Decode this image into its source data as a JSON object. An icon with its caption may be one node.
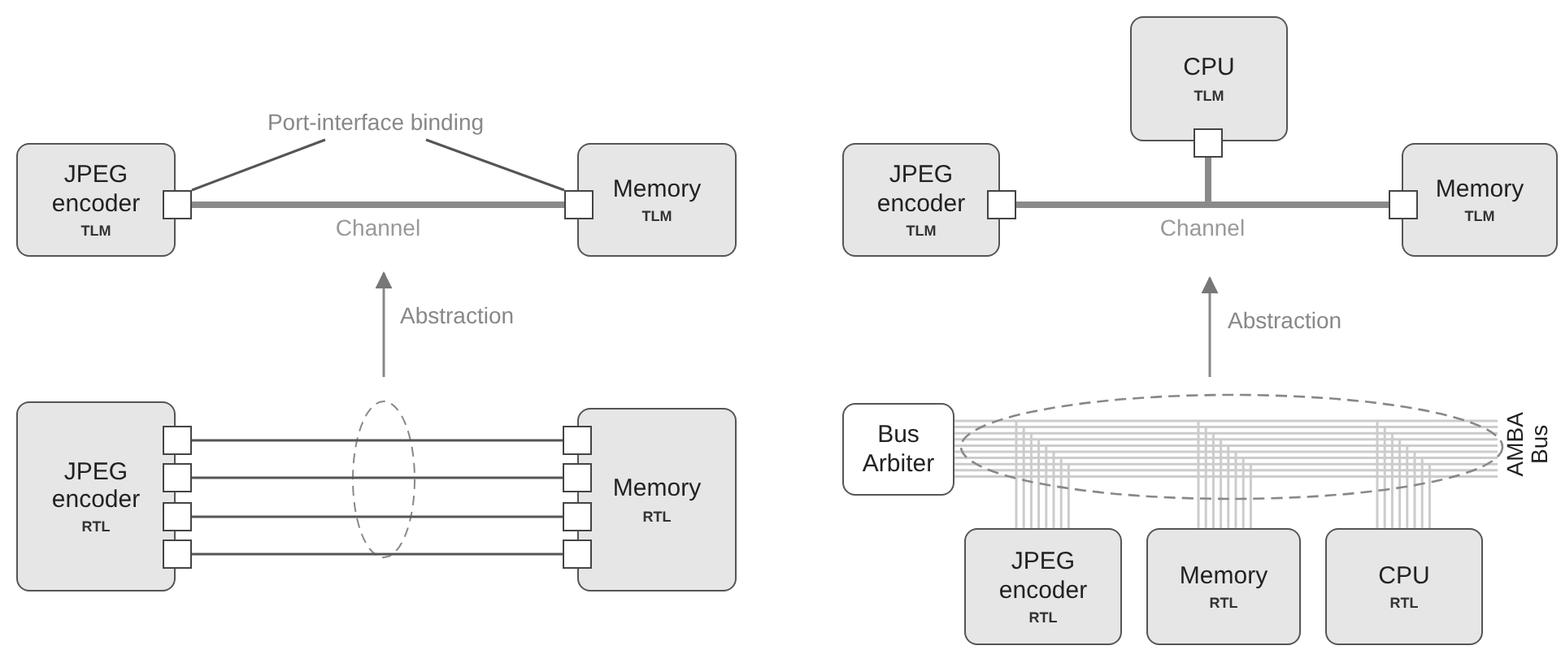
{
  "diagram": {
    "nodes": [
      {
        "text": [
          "JPEG encoder",
          "TLM"
        ]
      },
      {
        "text": [],
        "shape": "box"
      },
      {
        "text": [
          "Memory",
          "TLM"
        ]
      },
      {
        "text": [],
        "shape": "box"
      },
      {
        "text": [
          "Port-interface binding"
        ]
      },
      {
        "text": [
          "JPEG encoder",
          "RTL"
        ]
      },
      {
        "text": [],
        "shape": "box"
      },
      {
        "text": [],
        "shape": "box"
      },
      {
        "text": [],
        "shape": "box"
      },
      {
        "text": [],
        "shape": "box"
      },
      {
        "text": [
          "Memory",
          "RTL"
        ]
      },
      {
        "text": [],
        "shape": "box"
      },
      {
        "text": [],
        "shape": "box"
      },
      {
        "text": [],
        "shape": "box"
      },
      {
        "text": [],
        "shape": "box"
      },
      {
        "text": [
          "CPU",
          "TLM"
        ]
      },
      {
        "text": [],
        "shape": "box"
      },
      {
        "text": [
          "JPEG encoder",
          "TLM"
        ]
      },
      {
        "text": [],
        "shape": "box"
      },
      {
        "text": [
          "Memory",
          "TLM"
        ]
      },
      {
        "text": [],
        "shape": "box"
      },
      {
        "text": [
          "Bus Arbiter"
        ]
      },
      {
        "text": [],
        "shape": "ellipse",
        "beside": [
          "AMBA Bus"
        ]
      },
      {
        "text": [
          "JPEG encoder",
          "RTL"
        ]
      },
      {
        "text": [
          "Memory",
          "RTL"
        ]
      },
      {
        "text": [
          "CPU",
          "RTL"
        ]
      }
    ],
    "edges": [
      {
        "from": 1,
        "to": 3,
        "arrow": "none",
        "label": "Channel",
        "style": "thick",
        "color": "#8a8a8a"
      },
      {
        "from": 4,
        "to": 1,
        "arrow": "none"
      },
      {
        "from": 4,
        "to": 3,
        "arrow": "none"
      },
      {
        "from": 6,
        "to": 11,
        "arrow": "none"
      },
      {
        "from": 7,
        "to": 12,
        "arrow": "none"
      },
      {
        "from": 8,
        "to": 13,
        "arrow": "none"
      },
      {
        "from": 9,
        "to": 14,
        "arrow": "none"
      },
      {
        "from": 18,
        "to": 20,
        "arrow": "none",
        "label": "Channel",
        "style": "thick",
        "color": "#8a8a8a"
      },
      {
        "from": 16,
        "to": 18,
        "arrow": "none",
        "style": "thick",
        "color": "#8a8a8a"
      },
      {
        "from": 21,
        "to": 22,
        "arrow": "none",
        "color": "#cccccc"
      },
      {
        "from": 23,
        "to": 22,
        "arrow": "none",
        "color": "#cccccc"
      },
      {
        "from": 24,
        "to": 22,
        "arrow": "none",
        "color": "#cccccc"
      },
      {
        "from": 25,
        "to": 22,
        "arrow": "none",
        "color": "#cccccc"
      }
    ],
    "labels": [
      "Abstraction",
      "Abstraction"
    ]
  }
}
